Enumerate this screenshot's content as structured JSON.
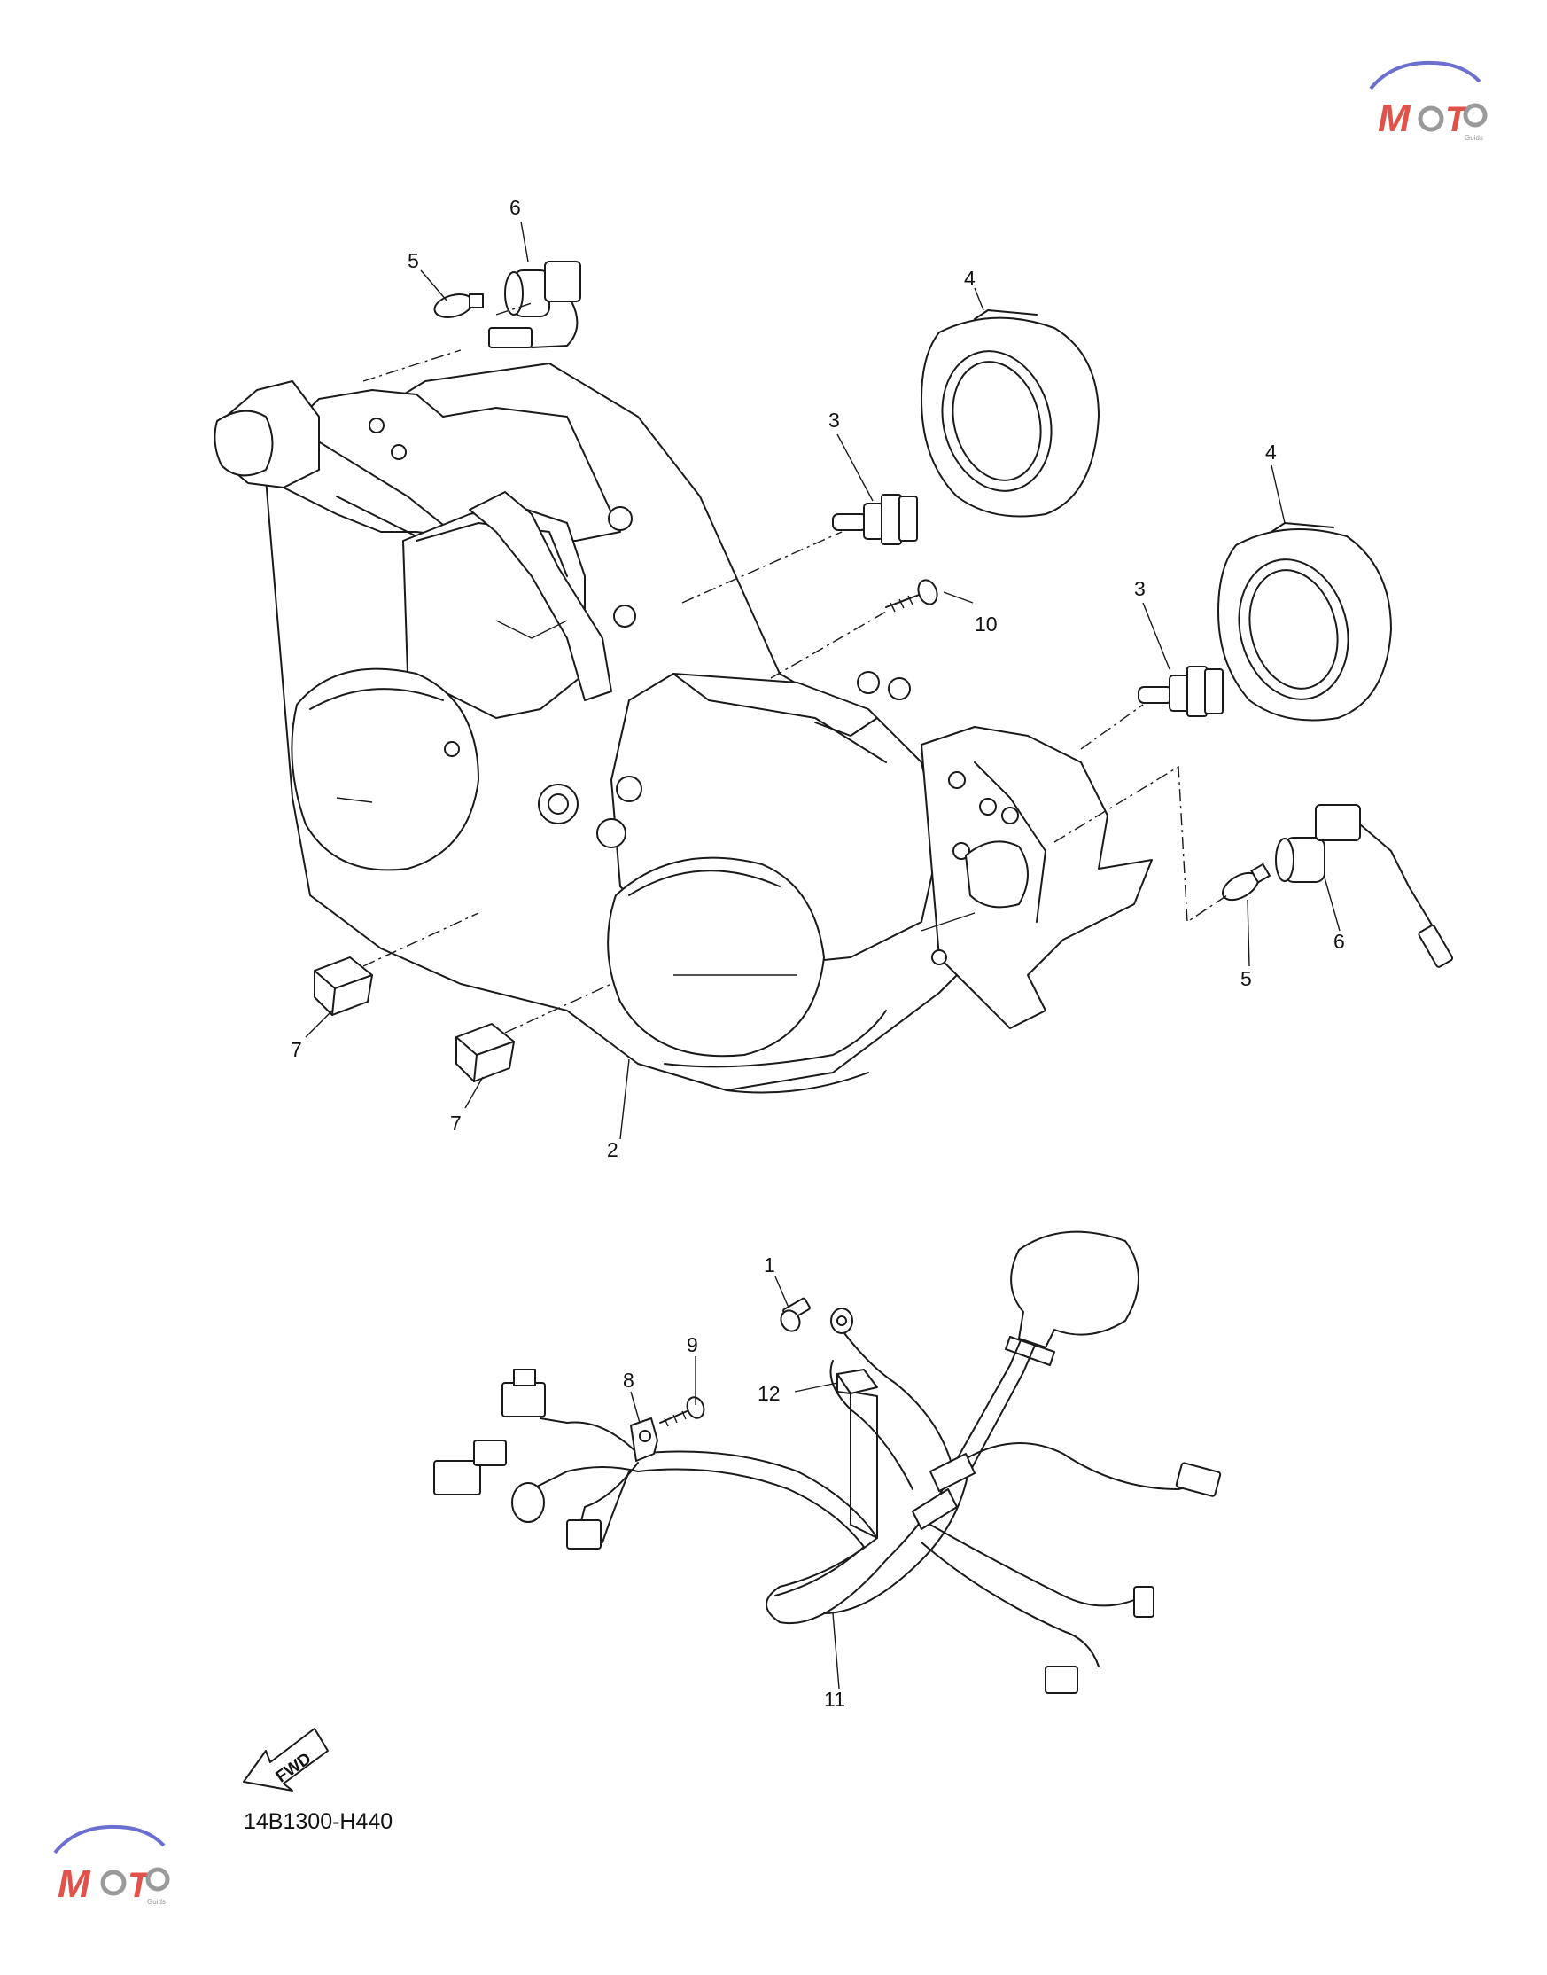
{
  "diagram": {
    "labels": {
      "p1": "1",
      "p2": "2",
      "p3a": "3",
      "p3b": "3",
      "p4a": "4",
      "p4b": "4",
      "p5a": "5",
      "p5b": "5",
      "p6a": "6",
      "p6b": "6",
      "p7a": "7",
      "p7b": "7",
      "p8": "8",
      "p9": "9",
      "p10": "10",
      "p11": "11",
      "p12": "12"
    },
    "fwd_label": "FWD",
    "drawing_code": "14B1300-H440"
  },
  "watermark": {
    "text": "MOTO",
    "subtext": "Guids",
    "colors": {
      "car": "#6b6fd0",
      "text": "#e0524a",
      "gear": "#9a9a9a"
    }
  },
  "line_color": "#1a1a1a"
}
